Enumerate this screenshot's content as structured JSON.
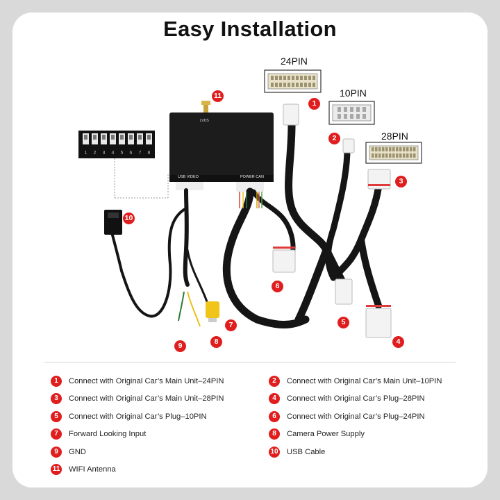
{
  "title": "Easy Installation",
  "pins": {
    "p24": "24PIN",
    "p10": "10PIN",
    "p28": "28PIN"
  },
  "box_labels": {
    "usb_video": "USB VIDEO",
    "power_can": "POWER CAN",
    "top_port": "LVDS"
  },
  "dip_numbers": [
    "1",
    "2",
    "3",
    "4",
    "5",
    "6",
    "7",
    "8"
  ],
  "callouts": [
    "1",
    "2",
    "3",
    "4",
    "5",
    "6",
    "7",
    "8",
    "9",
    "10",
    "11"
  ],
  "legend": [
    {
      "num": "1",
      "text": "Connect with Original Car’s Main Unit–24PIN"
    },
    {
      "num": "2",
      "text": "Connect with Original Car’s Main Unit–10PIN"
    },
    {
      "num": "3",
      "text": "Connect with Original Car’s Main Unit–28PIN"
    },
    {
      "num": "4",
      "text": "Connect with Original Car’s Plug–28PIN"
    },
    {
      "num": "5",
      "text": "Connect with Original Car’s Plug–10PIN"
    },
    {
      "num": "6",
      "text": "Connect with Original Car’s Plug–24PIN"
    },
    {
      "num": "7",
      "text": "Forward Looking Input"
    },
    {
      "num": "8",
      "text": "Camera Power Supply"
    },
    {
      "num": "9",
      "text": "GND"
    },
    {
      "num": "10",
      "text": "USB Cable"
    },
    {
      "num": "11",
      "text": "WIFI Antenna"
    }
  ],
  "colors": {
    "accent": "#e01e1e",
    "cable": "#151515",
    "box": "#1c1c1c",
    "connector": "#f3f3f3",
    "pin_face": "#e9e2c8"
  }
}
